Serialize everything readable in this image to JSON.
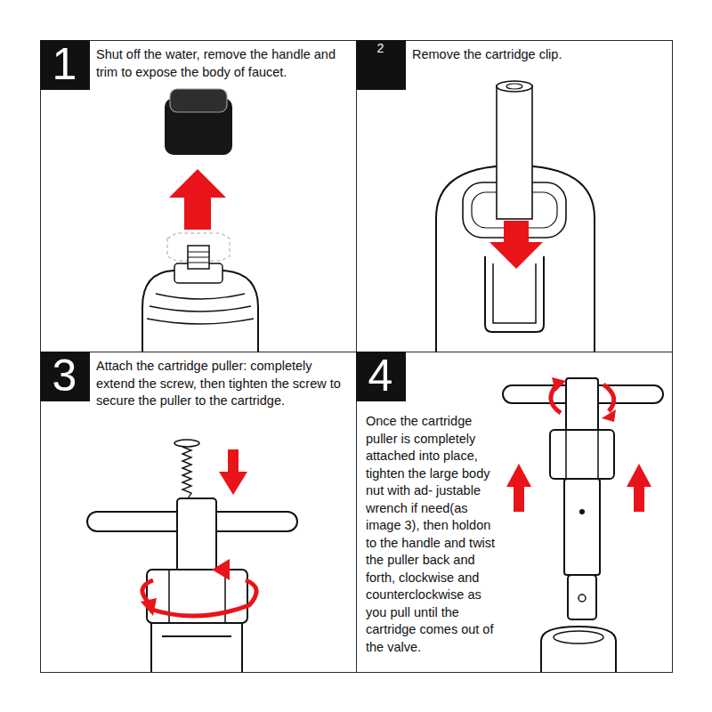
{
  "diagram": {
    "nodes": [
      {
        "text": [
          "Shut off the water, remove the handle and trim to expose the body of faucet."
        ]
      },
      {
        "text": [
          "1"
        ],
        "in": 0
      },
      {
        "text": [
          "Remove the cartridge clip."
        ]
      },
      {
        "text": [
          "2"
        ],
        "in": 2
      },
      {
        "text": [
          "Attach the cartridge puller: completely extend the screw, then tighten the screw to secure the puller to the cartridge."
        ]
      },
      {
        "text": [
          "3"
        ],
        "in": 4
      },
      {
        "text": [
          "Once the cartridge puller is completely attached into place, tighten the large body nut with ad- justable wrench if need(as image 3), then holdon to the handle and twist the puller back and forth, clockwise and counterclockwise as you pull until the cartridge comes out of the valve."
        ]
      },
      {
        "text": [
          "4"
        ],
        "in": 6
      }
    ]
  }
}
